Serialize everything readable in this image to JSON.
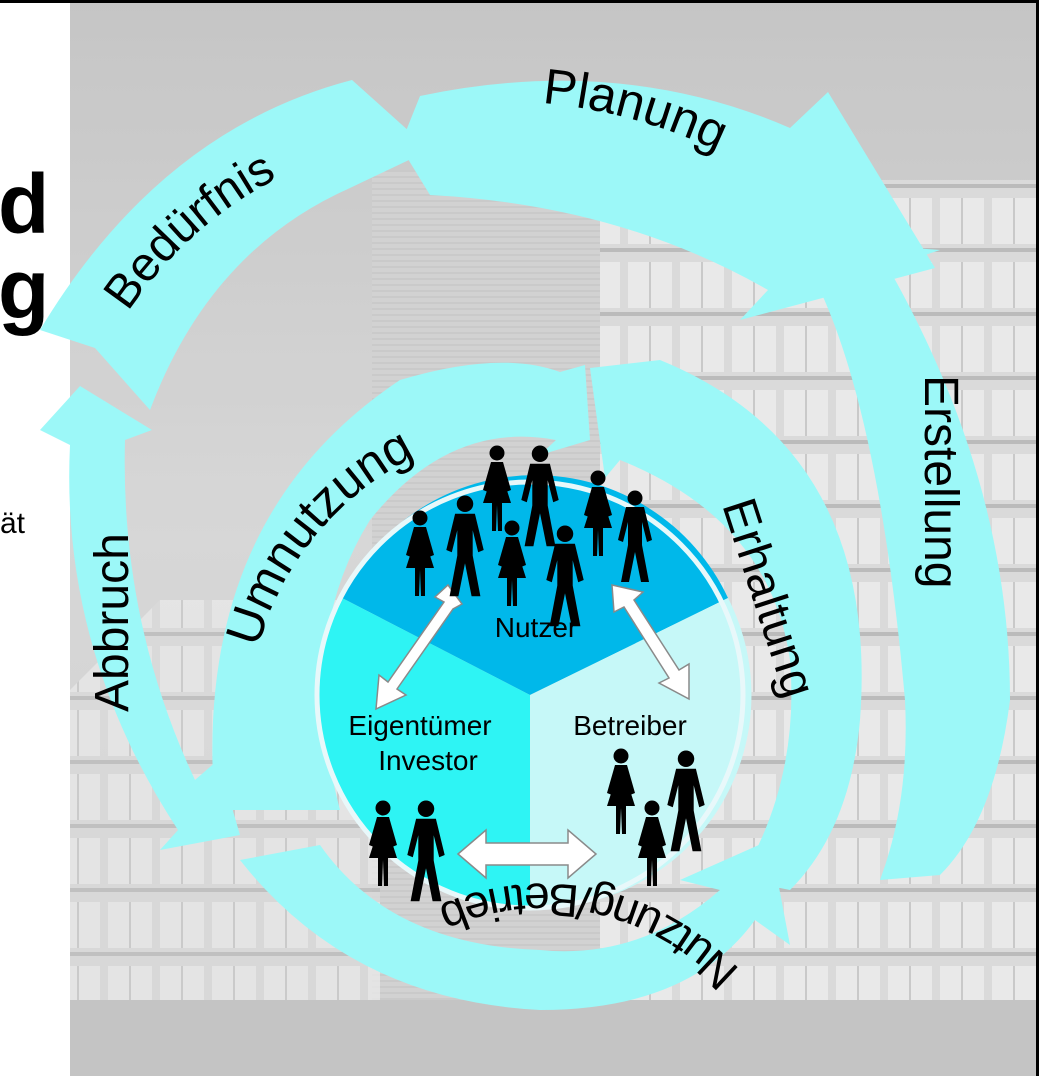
{
  "left_fragments": {
    "line1": "d",
    "line2": "g",
    "line3": "ät"
  },
  "outer_cycle": {
    "planung": "Planung",
    "erstellung": "Erstellung",
    "beduerfnis": "Bedürfnis",
    "abbruch": "Abbruch"
  },
  "inner_cycle": {
    "umnutzung": "Umnutzung",
    "erhaltung": "Erhaltung",
    "nutzung_betrieb": "Nutzung/Betrieb"
  },
  "center": {
    "nutzer": "Nutzer",
    "eigentuemer": "Eigentümer",
    "investor": "Investor",
    "betreiber": "Betreiber"
  },
  "colors": {
    "arrow": "#9cf8f8",
    "nutzer_sector": "#00b8ea",
    "eigentuemer_sector": "#2ef4f4",
    "betreiber_sector": "#c6f8f8",
    "figure": "#000000"
  }
}
